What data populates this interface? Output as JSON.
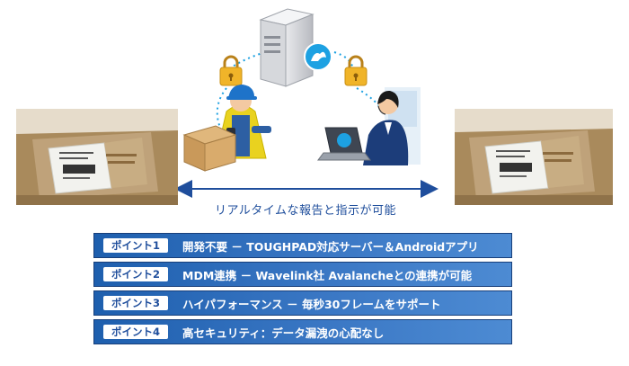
{
  "caption": "リアルタイムな報告と指示が可能",
  "points": [
    {
      "badge": "ポイント1",
      "text": "開発不要 － TOUGHPAD対応サーバー＆Androidアプリ"
    },
    {
      "badge": "ポイント2",
      "text": "MDM連携 － Wavelink社 Avalancheとの連携が可能"
    },
    {
      "badge": "ポイント3",
      "text": "ハイパフォーマンス － 毎秒30フレームをサポート"
    },
    {
      "badge": "ポイント4",
      "text": "高セキュリティ：データ漏洩の心配なし"
    }
  ],
  "colors": {
    "accent": "#1f4e9c",
    "lock": "#f0b429",
    "app_logo_bg": "#1da1e2",
    "connector": "#1da1e2"
  }
}
